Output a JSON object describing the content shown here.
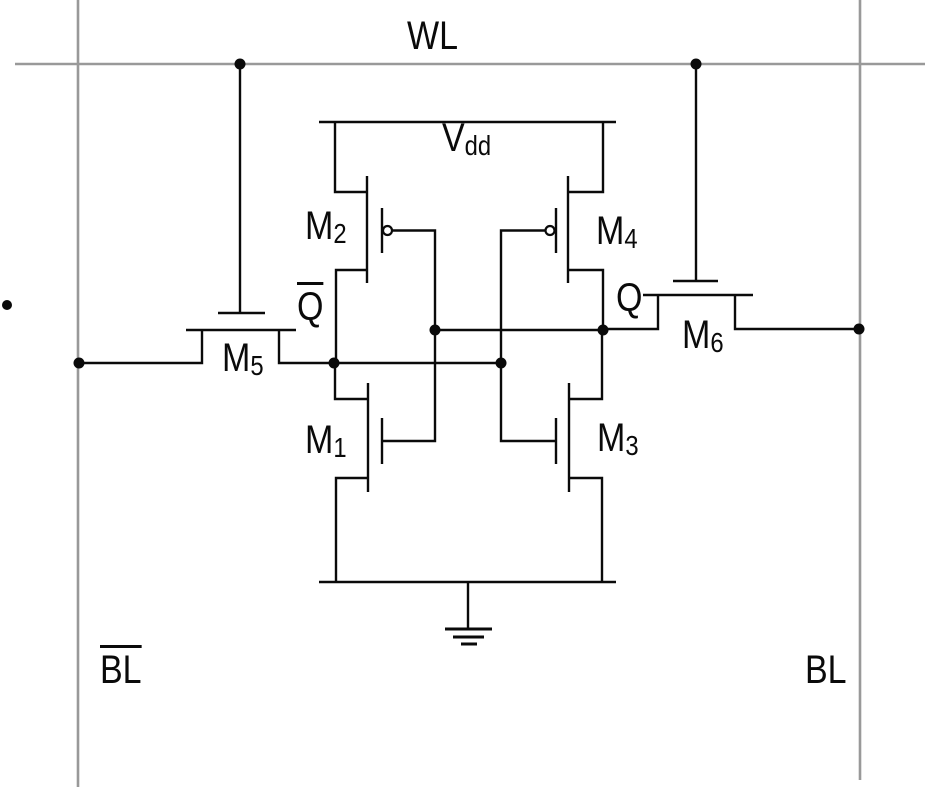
{
  "colors": {
    "wire": "#0a0a0a",
    "rail": "#999999",
    "text": "#0a0a0a",
    "background": "#ffffff"
  },
  "labels": {
    "word_line": "WL",
    "supply": {
      "base": "V",
      "sub": "dd"
    },
    "bit_line": "BL",
    "bit_line_complement": "BL",
    "node_q": "Q",
    "node_q_complement": "Q",
    "m1": {
      "base": "M",
      "sub": "1"
    },
    "m2": {
      "base": "M",
      "sub": "2"
    },
    "m3": {
      "base": "M",
      "sub": "3"
    },
    "m4": {
      "base": "M",
      "sub": "4"
    },
    "m5": {
      "base": "M",
      "sub": "5"
    },
    "m6": {
      "base": "M",
      "sub": "6"
    }
  }
}
